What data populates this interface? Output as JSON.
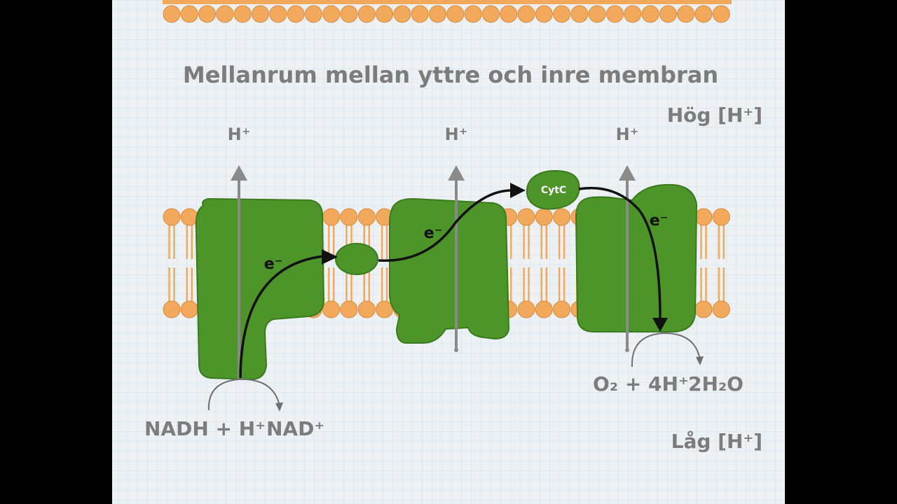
{
  "diagram": {
    "title": "Mellanrum mellan yttre och inre membran",
    "high_concentration": "Hög [H⁺]",
    "low_concentration": "Låg [H⁺]",
    "proton_labels": [
      "H⁺",
      "H⁺",
      "H⁺"
    ],
    "electron_labels": [
      "e⁻",
      "e⁻",
      "e⁻"
    ],
    "carrier_label": "CytC",
    "reaction_left": {
      "substrate": "NADH + H⁺",
      "product": "NAD⁺"
    },
    "reaction_right": {
      "substrate": "O₂ + 4H⁺",
      "product": "2H₂O"
    },
    "colors": {
      "background": "#eef1f4",
      "grid": "#d3e0ec",
      "lipid_head": "#f3a95c",
      "lipid_head_edge": "#d98a3b",
      "complex_fill": "#4d9429",
      "complex_edge": "#3a7a1e",
      "proton_arrow": "#8a8a8a",
      "electron_arrow": "#111111",
      "text": "#7c7c7c"
    }
  }
}
